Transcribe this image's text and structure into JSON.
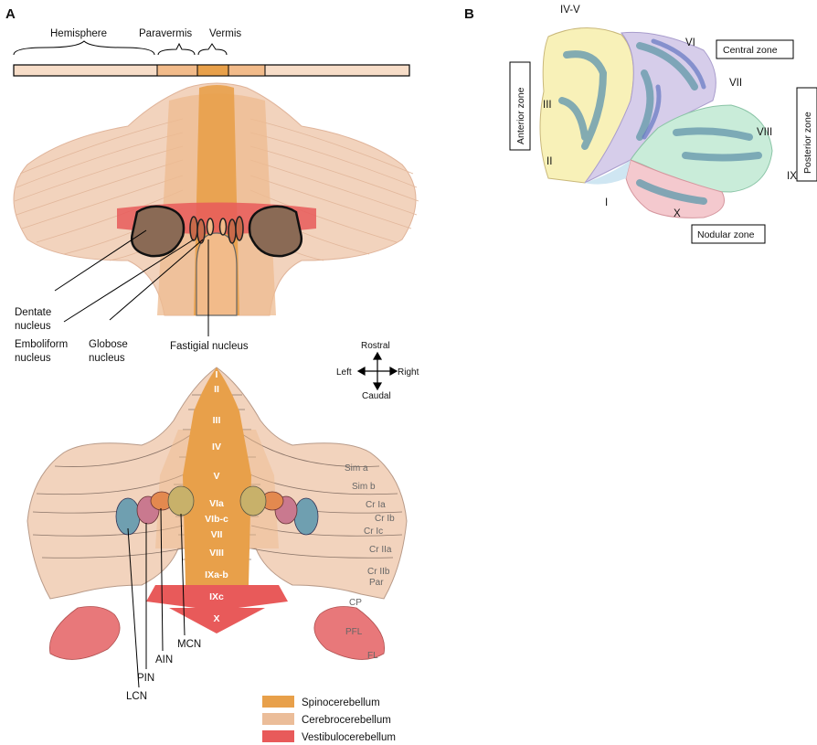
{
  "panels": {
    "a": "A",
    "b": "B"
  },
  "regions": {
    "hemisphere": "Hemisphere",
    "paravermis": "Paravermis",
    "vermis": "Vermis"
  },
  "nuclei": {
    "dentate": [
      "Dentate",
      "nucleus"
    ],
    "emboliform": [
      "Emboliform",
      "nucleus"
    ],
    "globose": [
      "Globose",
      "nucleus"
    ],
    "fastigial": "Fastigial nucleus"
  },
  "compass": {
    "rostral": "Rostral",
    "caudal": "Caudal",
    "left": "Left",
    "right": "Right"
  },
  "lobules_flat": [
    "I",
    "II",
    "III",
    "IV",
    "V",
    "VIa",
    "VIb-c",
    "VII",
    "VIII",
    "IXa-b",
    "IXc",
    "X"
  ],
  "hemi_lobules": [
    "Sim a",
    "Sim b",
    "Cr Ia",
    "Cr Ib",
    "Cr Ic",
    "Cr IIa",
    "Cr IIb",
    "Par",
    "CP",
    "PFL",
    "FL"
  ],
  "flat_nuclei": {
    "lcn": "LCN",
    "pin": "PIN",
    "ain": "AIN",
    "mcn": "MCN"
  },
  "legend": [
    {
      "label": "Spinocerebellum",
      "color": "#e8a04a"
    },
    {
      "label": "Cerebrocerebellum",
      "color": "#ebbd99"
    },
    {
      "label": "Vestibulocerebellum",
      "color": "#e85a5a"
    }
  ],
  "sagittal": {
    "lobules": [
      "IV-V",
      "VI",
      "VII",
      "VIII",
      "IX",
      "X",
      "I",
      "II",
      "III"
    ],
    "zones": {
      "anterior": "Anterior zone",
      "central": "Central zone",
      "posterior": "Posterior zone",
      "nodular": "Nodular zone"
    }
  },
  "colors": {
    "spino": "#e8a04a",
    "cerebro": "#f2d3bd",
    "vestibulo": "#e85a5a",
    "dentate": "#8a6a55",
    "anterior": "#f8f1b8",
    "central": "#d6cdea",
    "posterior": "#c9ecd9",
    "nodular": "#f4c9ce",
    "core": "#6f9fb0"
  }
}
